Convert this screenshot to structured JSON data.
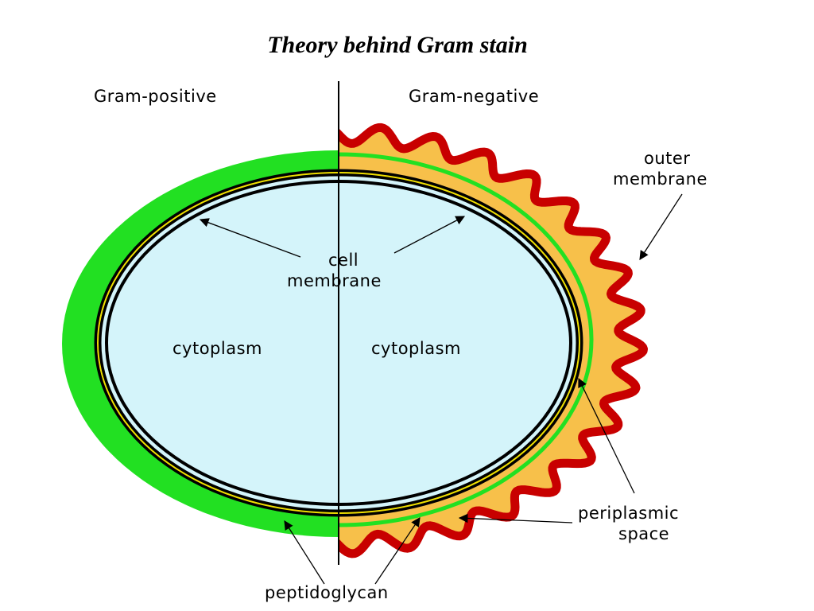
{
  "title": "Theory behind Gram stain",
  "labels": {
    "gram_positive": "Gram-positive",
    "gram_negative": "Gram-negative",
    "outer_membrane_line1": "outer",
    "outer_membrane_line2": "membrane",
    "cell_membrane_line1": "cell",
    "cell_membrane_line2": "membrane",
    "cytoplasm_left": "cytoplasm",
    "cytoplasm_right": "cytoplasm",
    "periplasmic_line1": "periplasmic",
    "periplasmic_line2": "space",
    "peptidoglycan": "peptidoglycan"
  },
  "colors": {
    "cytoplasm": "#d4f4fa",
    "peptidoglycan": "#22e022",
    "periplasm": "#f7c04a",
    "outer_membrane": "#c80000",
    "membrane": "#000000",
    "membrane_inner": "#f0e000"
  }
}
